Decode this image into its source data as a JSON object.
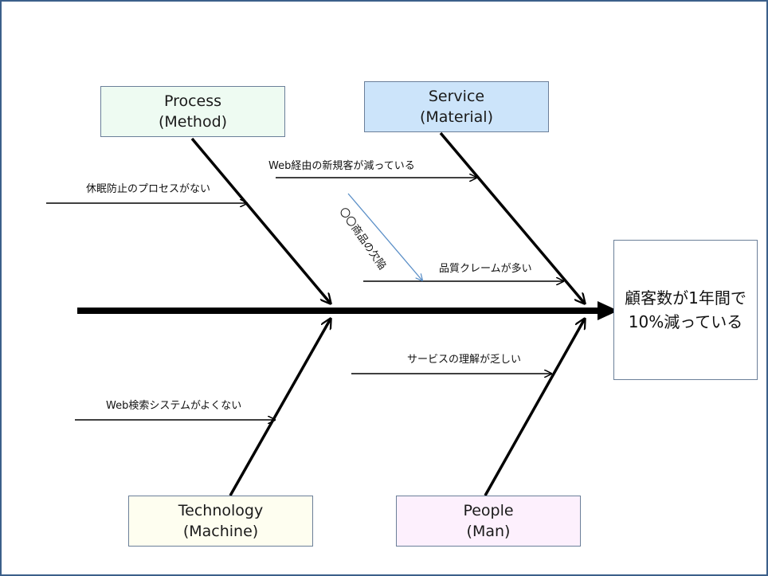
{
  "effect": {
    "line1": "顧客数が1年間で",
    "line2": "10%減っている"
  },
  "categories": {
    "process": {
      "line1": "Process",
      "line2": "(Method)",
      "color": "#eefbf2"
    },
    "service": {
      "line1": "Service",
      "line2": "(Material)",
      "color": "#cce4fa"
    },
    "technology": {
      "line1": "Technology",
      "line2": "(Machine)",
      "color": "#fefef0"
    },
    "people": {
      "line1": "People",
      "line2": "(Man)",
      "color": "#fdf0fd"
    }
  },
  "causes": {
    "process_1": "休眠防止のプロセスがない",
    "service_1": "Web経由の新規客が減っている",
    "service_2": "品質クレームが多い",
    "service_sub": "〇〇商品の欠陥",
    "technology_1": "Web検索システムがよくない",
    "people_1": "サービスの理解が乏しい"
  },
  "colors": {
    "line": "#000000",
    "sub_cause_line": "#5b8fc7",
    "frame": "#3b5f8a"
  }
}
